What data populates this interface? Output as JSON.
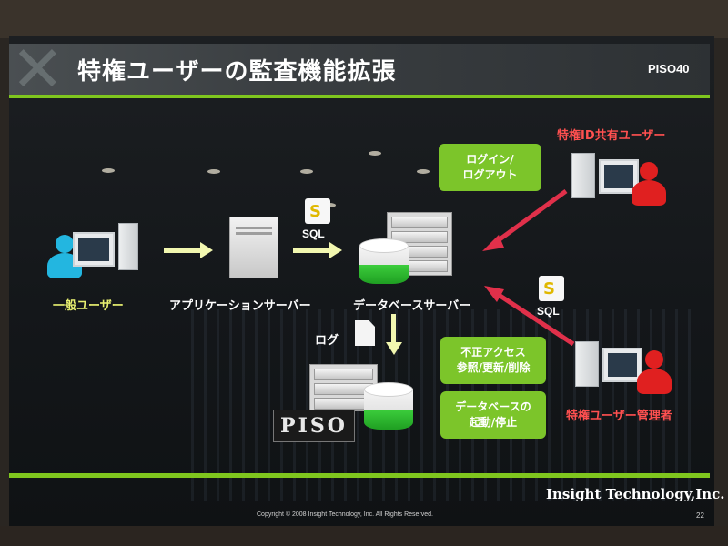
{
  "slide": {
    "title": "特権ユーザーの監査機能拡張",
    "code": "PISO40",
    "company": "Insight Technology,Inc.",
    "copyright": "Copyright © 2008 Insight Technology, Inc. All Rights Reserved.",
    "page": "22"
  },
  "labels": {
    "general_user": "一般ユーザー",
    "app_server": "アプリケーションサーバー",
    "db_server": "データベースサーバー",
    "shared_id_user": "特権ID共有ユーザー",
    "admin": "特権ユーザー管理者",
    "log": "ログ",
    "sql_top": "SQL",
    "sql_right": "SQL",
    "piso": "PISO"
  },
  "boxes": {
    "login_line1": "ログイン/",
    "login_line2": "ログアウト",
    "illegal_line1": "不正アクセス",
    "illegal_line2": "参照/更新/削除",
    "db_line1": "データベースの",
    "db_line2": "起動/停止"
  },
  "colors": {
    "accent_green": "#7fc61e",
    "label_yellow": "#e8f070",
    "label_red": "#ff5050",
    "arrow_pink": "#e0304a",
    "arrow_yellow": "#f2f7b0",
    "user_blue": "#23b6e0",
    "user_red": "#e02020"
  },
  "icons": [
    "user-icon",
    "computer-icon",
    "server-icon",
    "database-icon",
    "sql-icon",
    "document-icon",
    "arrow-icon"
  ]
}
